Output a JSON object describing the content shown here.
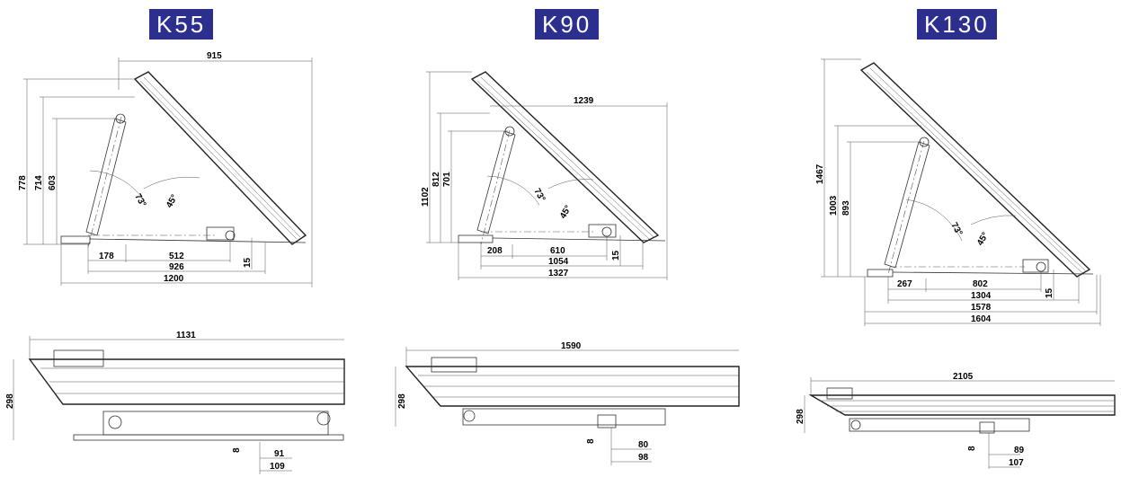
{
  "models": [
    {
      "name": "K55",
      "angles": {
        "cylinder": "73°",
        "frame": "45°"
      },
      "side_view": {
        "height_total": "778",
        "height_pivot": "714",
        "height_cylinder": "603",
        "width_top": "915",
        "base_offset": "178",
        "cylinder_span": "512",
        "base_span": "926",
        "overall_length": "1200",
        "foot_height": "15"
      },
      "lower_view": {
        "length": "1131",
        "height": "298",
        "bolt": "8",
        "offset_a": "91",
        "offset_b": "109"
      }
    },
    {
      "name": "K90",
      "angles": {
        "cylinder": "73°",
        "frame": "45°"
      },
      "side_view": {
        "height_total": "1102",
        "height_pivot": "812",
        "height_cylinder": "701",
        "width_top": "1239",
        "base_offset": "208",
        "cylinder_span": "610",
        "base_span": "1054",
        "overall_length": "1327",
        "foot_height": "15"
      },
      "lower_view": {
        "length": "1590",
        "height": "298",
        "bolt": "8",
        "offset_a": "80",
        "offset_b": "98"
      }
    },
    {
      "name": "K130",
      "angles": {
        "cylinder": "73°",
        "frame": "45°"
      },
      "side_view": {
        "height_total": "1467",
        "height_pivot": "1003",
        "height_cylinder": "893",
        "base_offset": "267",
        "cylinder_span": "802",
        "base_span": "1304",
        "overall_length": "1578",
        "overall_length_2": "1604",
        "foot_height": "15"
      },
      "lower_view": {
        "length": "2105",
        "height": "298",
        "bolt": "8",
        "offset_a": "89",
        "offset_b": "107"
      }
    }
  ],
  "colors": {
    "badge_bg": "#2d2f8f",
    "badge_text": "#ffffff",
    "line": "#333333"
  }
}
